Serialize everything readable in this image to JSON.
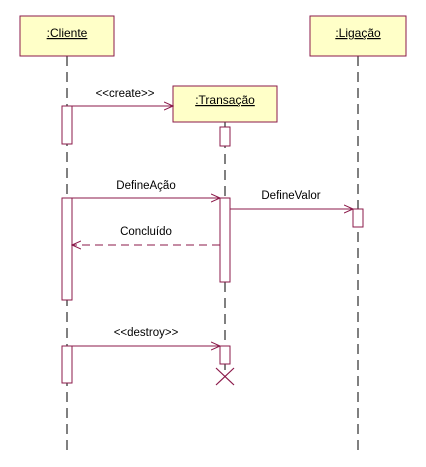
{
  "objects": {
    "cliente": ":Cliente",
    "transacao": ":Transação",
    "ligacao": ":Ligação"
  },
  "messages": {
    "create": "<<create>>",
    "define_acao": "DefineAção",
    "define_valor": "DefineValor",
    "concluido": "Concluído",
    "destroy": "<<destroy>>"
  }
}
